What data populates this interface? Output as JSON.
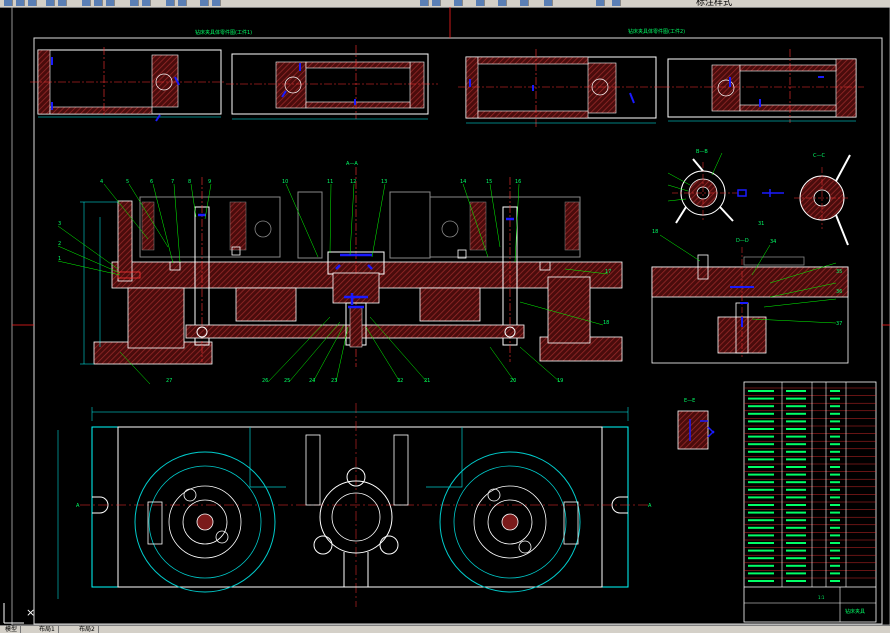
{
  "toolbar": {
    "right_label": "标注样式"
  },
  "drawing": {
    "title_left": "钻床夹具体零件图(工件1)",
    "title_right": "钻床夹具体零件图(工件2)",
    "section_aa": "A—A",
    "section_bb": "B—B",
    "section_cc": "C—C",
    "section_dd": "D—D",
    "section_ee": "E—E",
    "part_numbers": [
      "1",
      "2",
      "3",
      "4",
      "5",
      "6",
      "7",
      "8",
      "9",
      "10",
      "11",
      "12",
      "13",
      "14",
      "15",
      "16",
      "17",
      "18",
      "19",
      "20",
      "21",
      "22",
      "23",
      "24",
      "25",
      "26",
      "27"
    ],
    "title_block_name": "钻床夹具",
    "scale": "1:1"
  },
  "statusbar": {
    "tabs": [
      "模型",
      "布局1",
      "布局2"
    ]
  },
  "colors": {
    "background": "#000000",
    "hatch": "#7a1a1a",
    "outline": "#ffffff",
    "dimension": "#00ffff",
    "leader": "#00ff00",
    "center": "#ff3333",
    "accent_blue": "#1a1aff",
    "title_block": "#00ff66",
    "border": "#ff2020",
    "plan_view": "#00cccc"
  }
}
